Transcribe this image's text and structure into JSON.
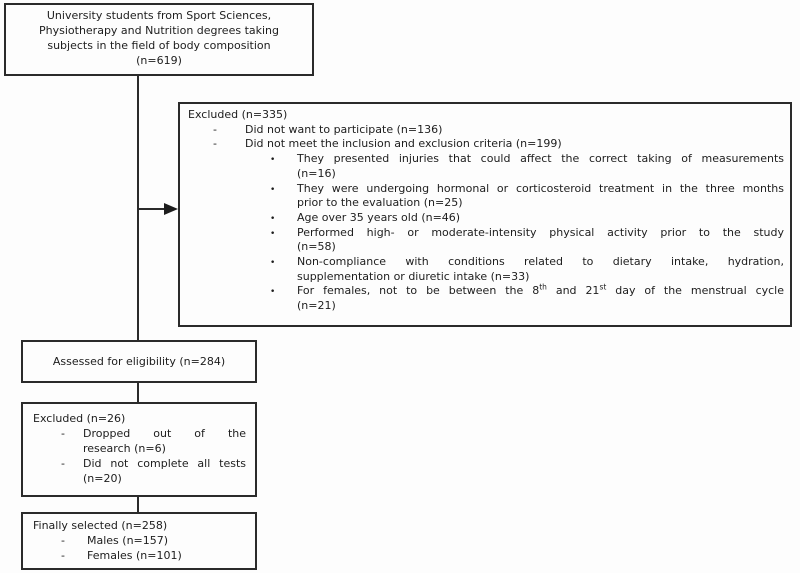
{
  "markers": {
    "dash": "-",
    "bullet": "•"
  },
  "colors": {
    "border": "#2b2b2b",
    "text": "#1d1d1d",
    "background": "#fdfdfd"
  },
  "population_box": {
    "lines": [
      "University students from Sport Sciences,",
      "Physiotherapy and Nutrition degrees taking",
      "subjects in the field of body composition",
      "(n=619)"
    ]
  },
  "excluded_box": {
    "title": "Excluded (n=335)",
    "dash_items": [
      "Did not want to participate (n=136)",
      "Did not meet the inclusion and exclusion criteria (n=199)"
    ],
    "bullet_items": [
      {
        "lines": [
          "They presented injuries that could affect the correct taking of measurements",
          "(n=16)"
        ]
      },
      {
        "lines": [
          "They were undergoing hormonal or corticosteroid treatment in the three months",
          "prior to the evaluation (n=25)"
        ]
      },
      {
        "lines": [
          "Age over 35 years old (n=46)"
        ]
      },
      {
        "lines": [
          "Performed high- or moderate-intensity physical activity prior to the study",
          "(n=58)"
        ]
      },
      {
        "lines": [
          "Non-compliance with conditions related to dietary intake, hydration,",
          "supplementation or diuretic intake (n=33)"
        ]
      },
      {
        "rich_line": {
          "seg1": "For females, not to be between the 8",
          "sup1": "th",
          "seg2": " and 21",
          "sup2": "st",
          "seg3": " day of the menstrual cycle"
        },
        "lines": [
          "(n=21)"
        ]
      }
    ]
  },
  "assessed_box": {
    "title": "Assessed for eligibility (n=284)"
  },
  "dropout_box": {
    "title": "Excluded (n=26)",
    "dash_items": [
      {
        "lines": [
          "Dropped out of the",
          "research (n=6)"
        ]
      },
      {
        "lines": [
          "Did not complete all tests",
          "(n=20)"
        ]
      }
    ]
  },
  "final_box": {
    "title": "Finally selected (n=258)",
    "dash_items": [
      "Males (n=157)",
      "Females (n=101)"
    ]
  }
}
